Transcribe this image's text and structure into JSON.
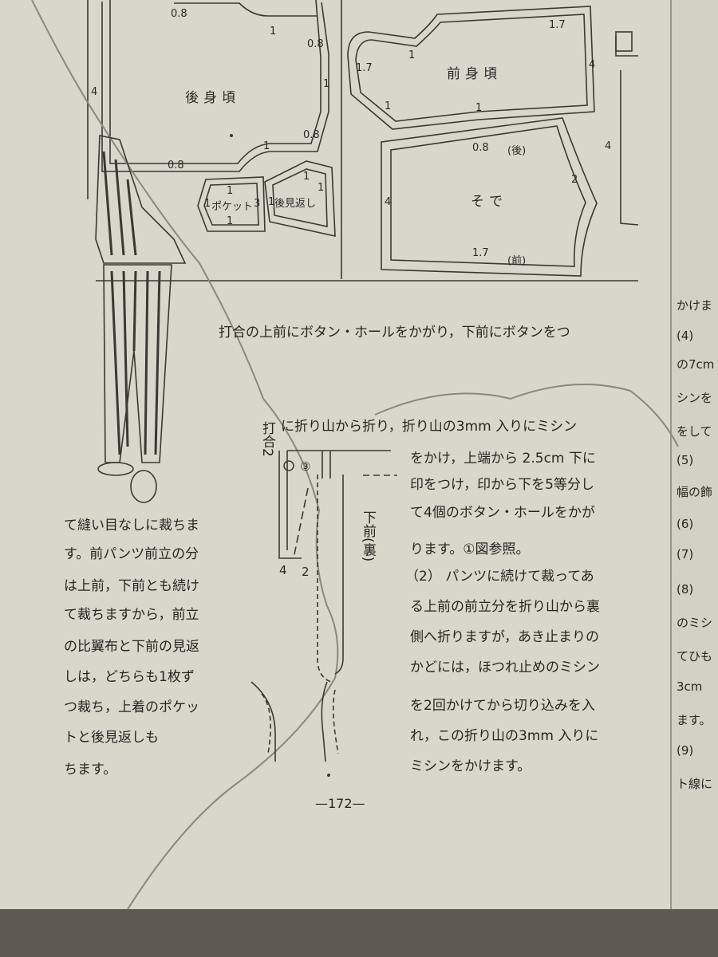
{
  "pattern": {
    "back_body": "後身頃",
    "front_body": "前身頃",
    "sleeve": "そで",
    "pocket": "ポケット",
    "back_facing": "後見返し",
    "sleeve_back": "(後)",
    "sleeve_front": "(前)",
    "measures": {
      "m08_a": "0.8",
      "m1_a": "1",
      "m08_b": "0.8",
      "m4_a": "4",
      "m1_b": "1",
      "m08_c": "0.8",
      "m1_c": "1",
      "m08_d": "0.8",
      "m17_a": "1.7",
      "m17_b": "1.7",
      "m1_d": "1",
      "m4_b": "4",
      "m1_e": "1",
      "m1_f": "1",
      "m08_e": "0.8",
      "m2_a": "2",
      "m4_c": "4",
      "m17_c": "1.7",
      "m4_d": "4",
      "m1_p1": "1",
      "m1_p2": "1",
      "m1_p3": "1",
      "m3_p": "3",
      "m1_f1": "1",
      "m1_f2": "1",
      "m1_f3": "1"
    }
  },
  "instructions": {
    "line1": "打合の上前にボタン・ホールをかがり，下前にボタンをつ",
    "line2_vert": "打合2",
    "line2": "に折り山から折り，折り山の3mm 入りにミシン",
    "right_col": [
      "をかけ，上端から 2.5cm 下に",
      "印をつけ，印から下を5等分し",
      "て4個のボタン・ホールをかが",
      "ります。①図参照。",
      "（2） パンツに続けて裁ってあ",
      "る上前の前立分を折り山から裏",
      "側へ折りますが，あき止まりの",
      "かどには，ほつれ止めのミシン",
      "を2回かけてから切り込みを入",
      "れ，この折り山の3mm 入りに",
      "ミシンをかけます。"
    ],
    "left_col": [
      "て縫い目なしに裁ちま",
      "す。前パンツ前立の分",
      "は上前，下前とも続け",
      "て裁ちますから，前立",
      "の比翼布と下前の見返",
      "しは，どちらも1枚ず",
      "つ裁ち，上着のポケッ",
      "トと後見返しも",
      "ちます。"
    ]
  },
  "diagram": {
    "circle3": "③",
    "under_front": "下前(裏)",
    "d4": "4",
    "d2": "2"
  },
  "page_number": "—172—",
  "side_page": [
    "かけま",
    "(4)",
    "の7cm",
    "シンを",
    "をして",
    "(5)",
    "幅の飾",
    "(6)",
    "(7)",
    "(8)",
    "のミシ",
    "てひも",
    "3cm",
    "ます。",
    "(9)",
    "ト線に"
  ]
}
